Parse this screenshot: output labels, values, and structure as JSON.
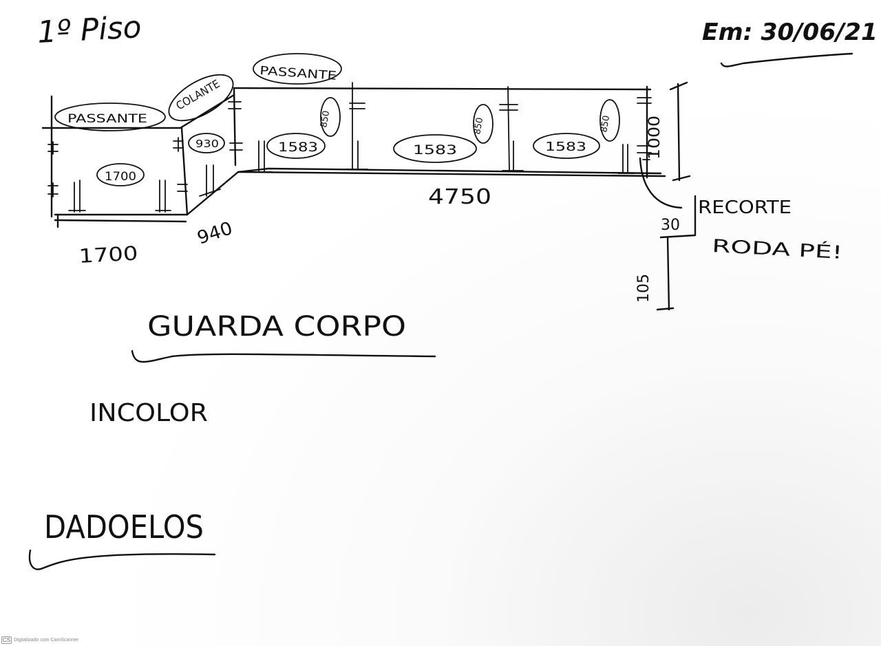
{
  "document": {
    "floor_title": "1º Piso",
    "date_label": "Em: 30/06/21",
    "sections": {
      "guarda_corpo": "GUARDA CORPO",
      "incolor": "INCOLOR",
      "dadoelos": "DADOELOS"
    }
  },
  "sketch": {
    "panel_types": {
      "left": "PASSANTE",
      "corner": "COLANTE",
      "right": "PASSANTE"
    },
    "panel_widths": {
      "left": "1700",
      "corner": "930",
      "panel_a": "1583",
      "panel_b": "1583",
      "panel_c": "1583"
    },
    "rotated_labels": {
      "panel_a": "850",
      "panel_b": "850",
      "panel_c": "850"
    },
    "dimensions": {
      "left_run": "1700",
      "corner_run": "940",
      "main_run": "4750",
      "height": "1000",
      "offset": "30",
      "post_height": "105"
    },
    "notes": {
      "recorte": "RECORTE",
      "roda_pe": "RODA PÉ!"
    }
  },
  "footer": {
    "scanner_icon": "CS",
    "scanner_text": "Digitalizado com CamScanner"
  }
}
